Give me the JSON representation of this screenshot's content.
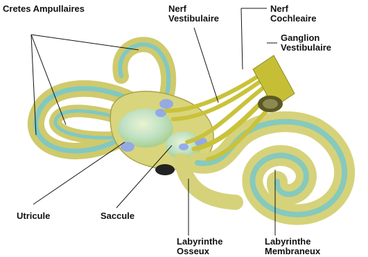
{
  "labels": {
    "cretes_ampullaires": "Cretes Ampullaires",
    "nerf_vestibulaire": [
      "Nerf",
      "Vestibulaire"
    ],
    "nerf_cochleaire": [
      "Nerf",
      "Cochleaire"
    ],
    "ganglion_vestibulaire": [
      "Ganglion",
      "Vestibulaire"
    ],
    "utricule": "Utricule",
    "saccule": "Saccule",
    "labyrinthe_osseux": [
      "Labyrinthe",
      "Osseux"
    ],
    "labyrinthe_membraneux": [
      "Labyrinthe",
      "Membraneux"
    ]
  },
  "colors": {
    "bony_labyrinth": "#d8d47a",
    "bony_labyrinth_dark": "#a9a34a",
    "membranous_labyrinth": "#7fc7c4",
    "nerve": "#c9c23a",
    "crista": "#8da6ee"
  }
}
